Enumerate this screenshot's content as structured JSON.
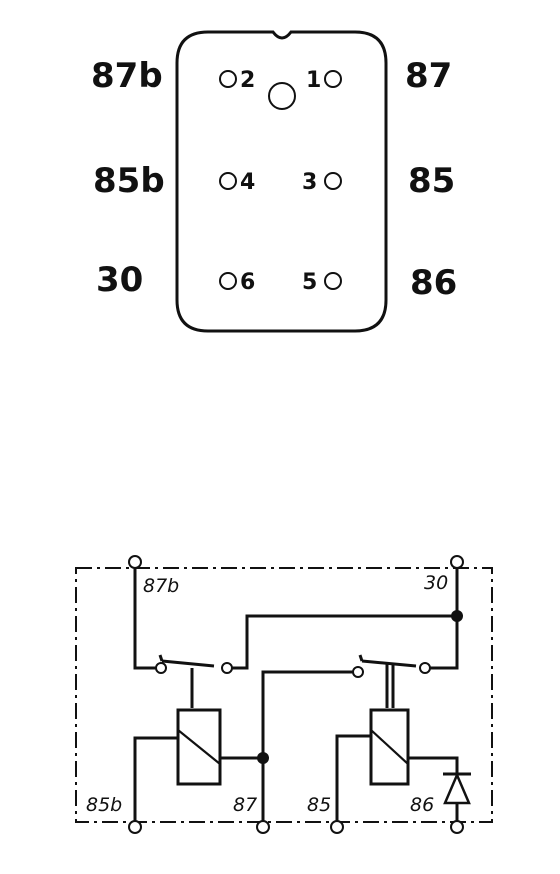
{
  "connector": {
    "terminals": {
      "t87b": "87b",
      "t85b": "85b",
      "t30": "30",
      "t87": "87",
      "t85": "85",
      "t86": "86"
    },
    "pins": {
      "p1": "1",
      "p2": "2",
      "p3": "3",
      "p4": "4",
      "p5": "5",
      "p6": "6"
    }
  },
  "schematic": {
    "labels": {
      "l87b": "87b",
      "l30": "30",
      "l85b": "85b",
      "l87": "87",
      "l85": "85",
      "l86": "86"
    }
  }
}
